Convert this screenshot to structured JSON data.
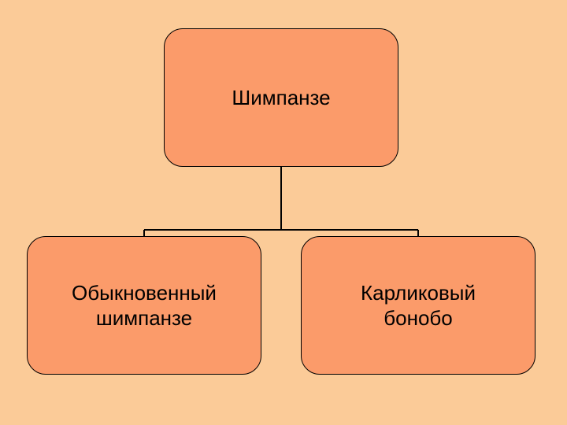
{
  "diagram": {
    "root": {
      "label": "Шимпанзе"
    },
    "children": [
      {
        "label": "Обыкновенный\nшимпанзе"
      },
      {
        "label": "Карликовый\nбонобо"
      }
    ]
  },
  "colors": {
    "background": "#FBCB98",
    "node_fill": "#FB9B6A",
    "stroke": "#000000"
  }
}
